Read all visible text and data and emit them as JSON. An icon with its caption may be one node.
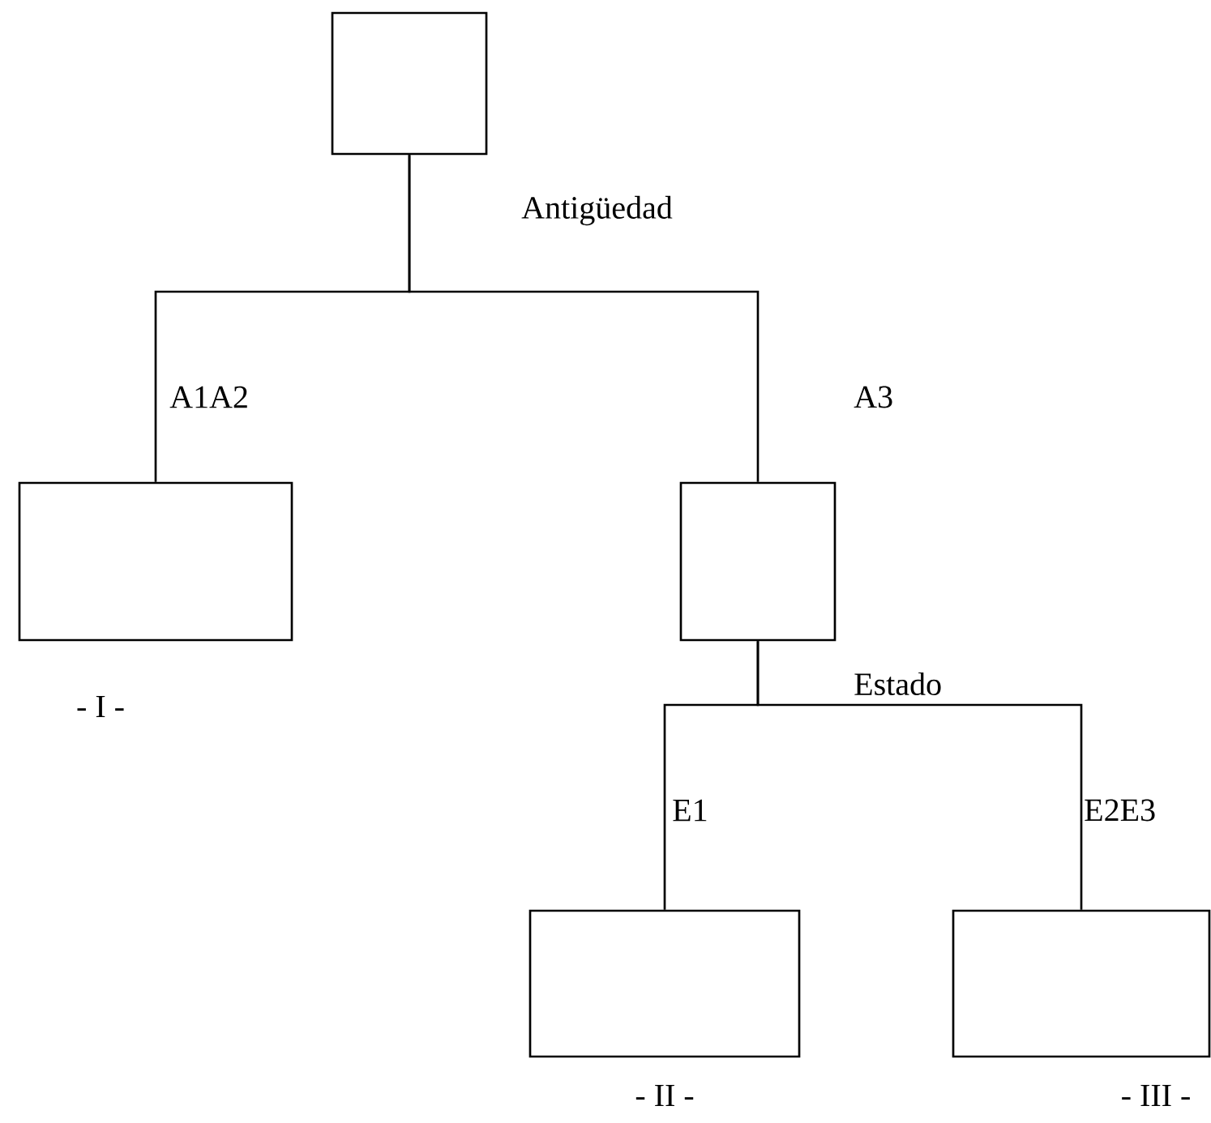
{
  "diagram": {
    "nodes": [
      {
        "text": [],
        "shape": "box",
        "beside": [
          "Antigüedad"
        ]
      },
      {
        "text": [],
        "shape": "box",
        "beside": [
          "- I -"
        ]
      },
      {
        "text": [],
        "shape": "box",
        "beside": [
          "Estado"
        ]
      },
      {
        "text": [],
        "shape": "box",
        "beside": [
          "- II -"
        ]
      },
      {
        "text": [],
        "shape": "box",
        "beside": [
          "- III -"
        ]
      }
    ],
    "edges": [
      {
        "from": 0,
        "to": 1,
        "arrow": "none",
        "label": "A1A2"
      },
      {
        "from": 0,
        "to": 2,
        "arrow": "none",
        "label": "A3"
      },
      {
        "from": 2,
        "to": 3,
        "arrow": "none",
        "label": "E1"
      },
      {
        "from": 2,
        "to": 4,
        "arrow": "none",
        "label": "E2E3"
      }
    ]
  }
}
